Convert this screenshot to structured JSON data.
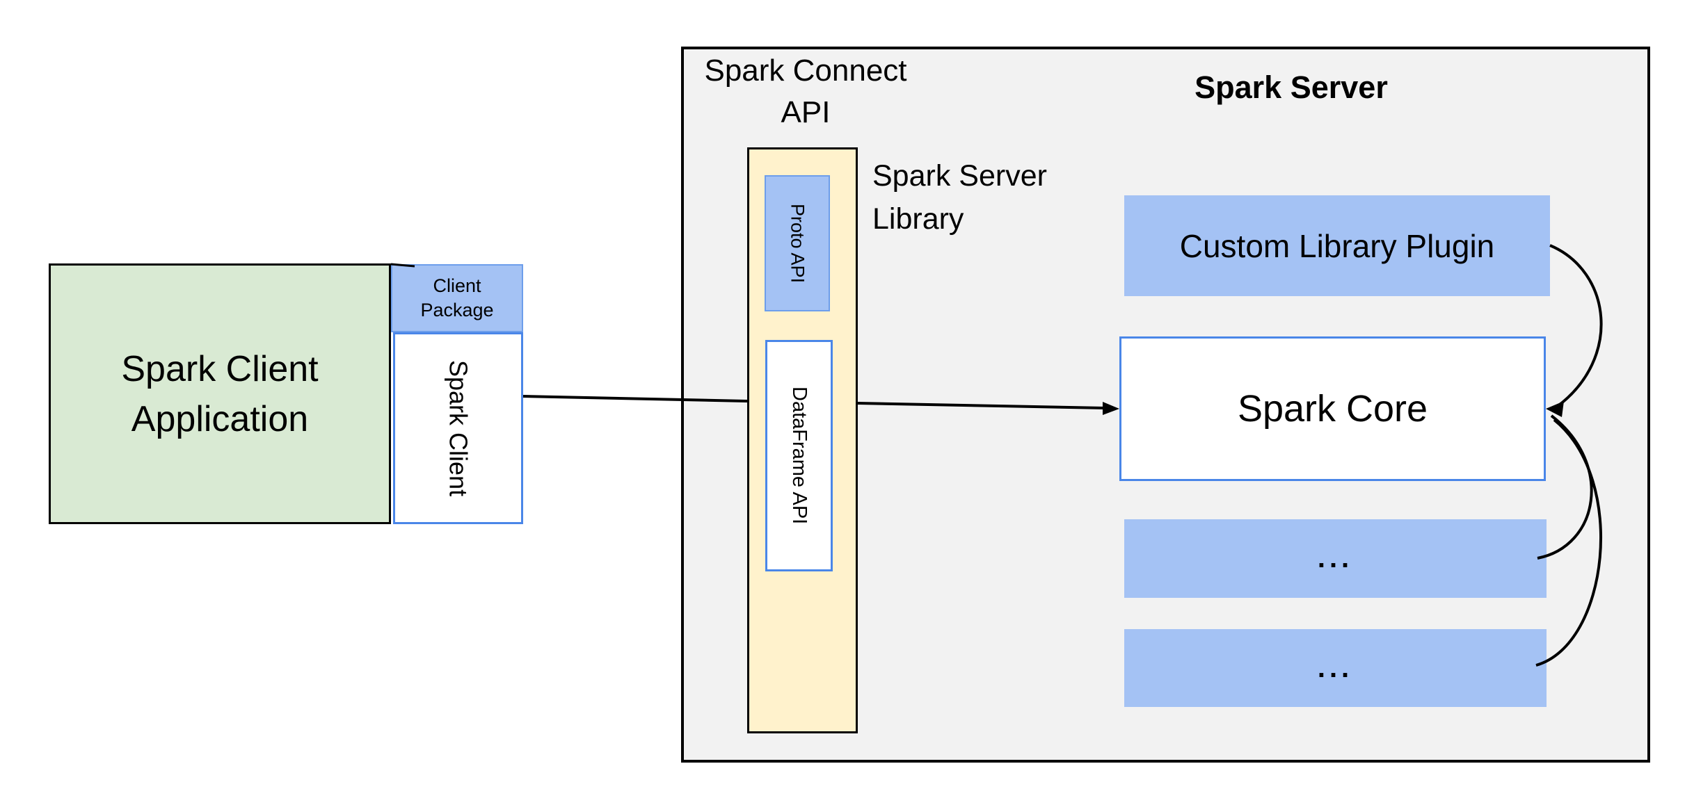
{
  "diagram": {
    "client": {
      "application_label": "Spark Client\nApplication",
      "package_label": "Client\nPackage",
      "spark_client_label": "Spark Client"
    },
    "connect": {
      "title": "Spark Connect\nAPI",
      "proto_api_label": "Proto API",
      "dataframe_api_label": "DataFrame API",
      "server_library_label": "Spark Server\nLibrary"
    },
    "server": {
      "title": "Spark Server",
      "plugin_label": "Custom Library Plugin",
      "core_label": "Spark Core",
      "ellipsis_1": "...",
      "ellipsis_2": "..."
    },
    "colors": {
      "client_app_fill": "#d9ead3",
      "blue_fill": "#a4c2f4",
      "blue_border_strong": "#4a86e8",
      "blue_border_light": "#6d9eeb",
      "connect_column_fill": "#fff2cc",
      "server_container_fill": "#f2f2f2",
      "outline": "#000000",
      "arrow": "#000000",
      "background": "#ffffff"
    }
  }
}
